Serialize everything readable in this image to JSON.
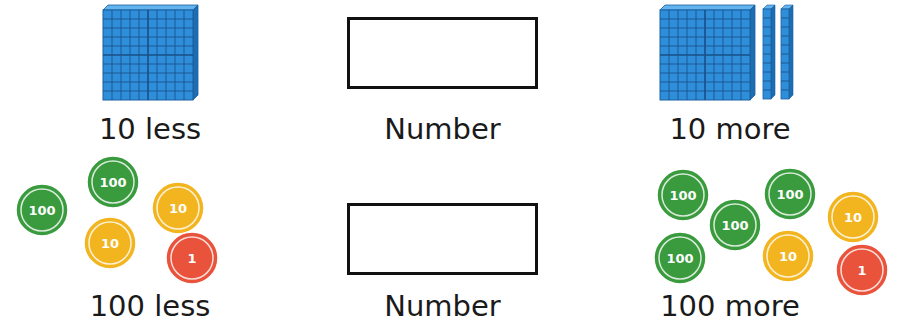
{
  "diagram": {
    "nodes": [
      {
        "text": [
          "Number"
        ]
      },
      {
        "text": [
          "100"
        ]
      },
      {
        "text": [
          "100"
        ]
      },
      {
        "text": [
          "10"
        ]
      },
      {
        "text": [
          "10"
        ]
      },
      {
        "text": [
          "1"
        ]
      },
      {
        "text": [
          "Number"
        ]
      },
      {
        "text": [
          "100"
        ]
      },
      {
        "text": [
          "100"
        ]
      },
      {
        "text": [
          "100"
        ]
      },
      {
        "text": [
          "100"
        ]
      },
      {
        "text": [
          "10"
        ]
      },
      {
        "text": [
          "10"
        ]
      },
      {
        "text": [
          "1"
        ]
      }
    ],
    "labels": [
      "10 less",
      "10 more",
      "100 less",
      "100 more"
    ]
  }
}
